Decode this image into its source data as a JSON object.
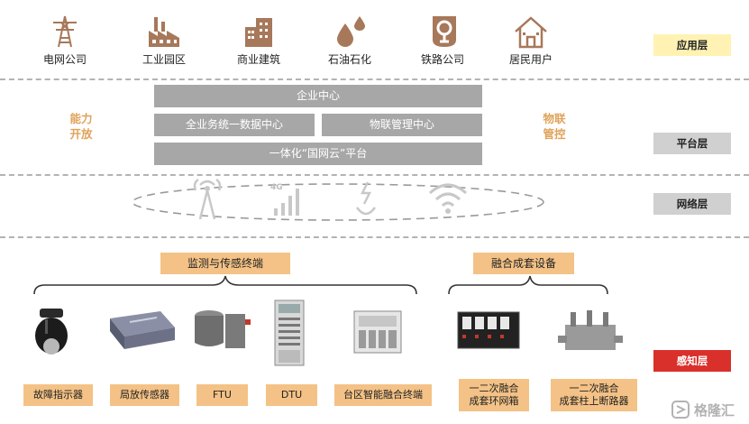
{
  "application_layer": {
    "items": [
      {
        "label": "电网公司",
        "icon": "power-tower-icon"
      },
      {
        "label": "工业园区",
        "icon": "factory-icon"
      },
      {
        "label": "商业建筑",
        "icon": "commercial-building-icon"
      },
      {
        "label": "石油石化",
        "icon": "oil-drop-icon"
      },
      {
        "label": "铁路公司",
        "icon": "railway-icon"
      },
      {
        "label": "居民用户",
        "icon": "house-icon"
      }
    ],
    "tag": "应用层"
  },
  "platform_layer": {
    "enterprise_center": "企业中心",
    "unified_data_center": "全业务统一数据中心",
    "iot_management_center": "物联管理中心",
    "state_grid_cloud": "一体化“国网云”平台",
    "left_text_line1": "能力",
    "left_text_line2": "开放",
    "right_text_line1": "物联",
    "right_text_line2": "管控",
    "tag": "平台层"
  },
  "network_layer": {
    "icons": [
      "radio-tower-icon",
      "4g-signal-icon",
      "power-line-carrier-icon",
      "wifi-icon"
    ],
    "signal_label": "4G",
    "tag": "网络层"
  },
  "perception_layer": {
    "group_monitoring": "监测与传感终端",
    "group_fusion": "融合成套设备",
    "devices": [
      {
        "label": "故障指示器"
      },
      {
        "label": "局放传感器"
      },
      {
        "label": "FTU"
      },
      {
        "label": "DTU"
      },
      {
        "label": "台区智能融合终端"
      },
      {
        "label_line1": "一二次融合",
        "label_line2": "成套环网箱"
      },
      {
        "label_line1": "一二次融合",
        "label_line2": "成套柱上断路器"
      }
    ],
    "tag": "感知层"
  },
  "watermark": "格隆汇",
  "colors": {
    "accent_orange": "#e0a35a",
    "label_orange": "#f4c286",
    "tag_yellow": "#fff2b3",
    "tag_gray": "#d0d0d0",
    "tag_red": "#d9302b",
    "platform_gray": "#a7a7a7",
    "icon_brown": "#a7785a"
  }
}
